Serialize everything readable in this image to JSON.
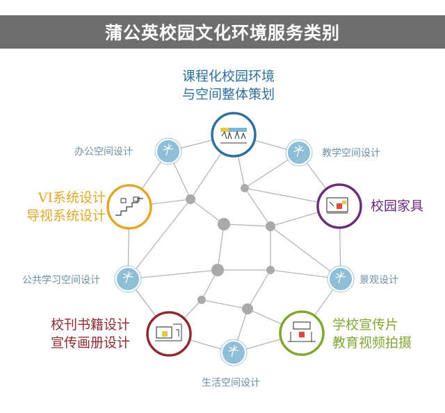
{
  "title": "蒲公英校园文化环境服务类别",
  "colors": {
    "title_bg": "#6e6e6e",
    "line": "#b5b5b5",
    "small_label": "#6d8fa4",
    "blue": "#2f6f9c",
    "purple": "#6a2d7a",
    "gold": "#e1a72a",
    "green": "#7fa632",
    "red": "#8f2a32",
    "node_fill": "#8fbfd6"
  },
  "categories": {
    "top": [
      "课程化校园环境",
      "与空间整体策划"
    ],
    "right_upper": "校园家具",
    "left_upper": [
      "VI系统设计",
      "导视系统设计"
    ],
    "left_lower": [
      "校刊书籍设计",
      "宣传画册设计"
    ],
    "right_lower": [
      "学校宣传片",
      "教育视频拍摄"
    ],
    "office": "办公空间设计",
    "teaching": "教学空间设计",
    "public": "公共学习空间设计",
    "landscape": "景观设计",
    "living": "生活空间设计"
  }
}
